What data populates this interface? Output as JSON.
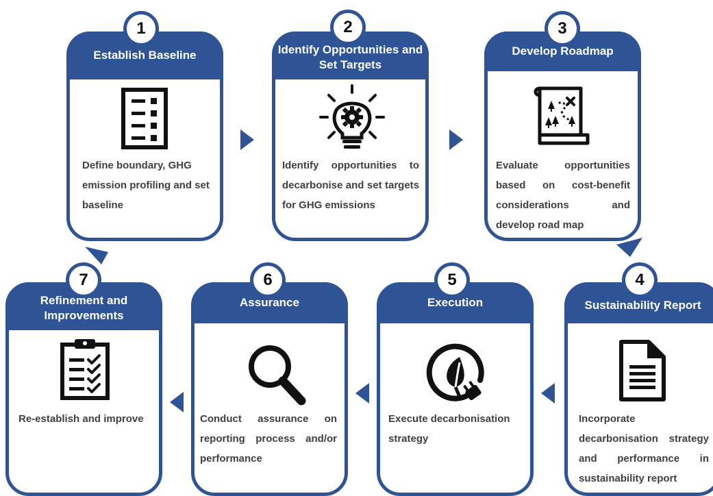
{
  "steps": [
    {
      "number": "1",
      "title": "Establish Baseline",
      "icon": "checklist-icon",
      "description": "Define boundary, GHG emission profiling and set baseline"
    },
    {
      "number": "2",
      "title": "Identify Opportunities and Set Targets",
      "icon": "lightbulb-gear-icon",
      "description": "Identify opportunities to decarbonise and set targets for GHG emissions"
    },
    {
      "number": "3",
      "title": "Develop Roadmap",
      "icon": "treasure-map-icon",
      "description": "Evaluate opportunities based on cost-benefit considerations and develop road map"
    },
    {
      "number": "4",
      "title": "Sustainability Report",
      "icon": "document-icon",
      "description": "Incorporate decarbonisation strategy and performance in sustainability report"
    },
    {
      "number": "5",
      "title": "Execution",
      "icon": "leaf-plug-icon",
      "description": "Execute decarbonisation strategy"
    },
    {
      "number": "6",
      "title": "Assurance",
      "icon": "magnifier-icon",
      "description": "Conduct assurance on reporting process and/or performance"
    },
    {
      "number": "7",
      "title": "Refinement and Improvements",
      "icon": "clipboard-checklist-icon",
      "description": "Re-establish and improve"
    }
  ],
  "colors": {
    "primary": "#2f5496",
    "text": "#404040"
  }
}
